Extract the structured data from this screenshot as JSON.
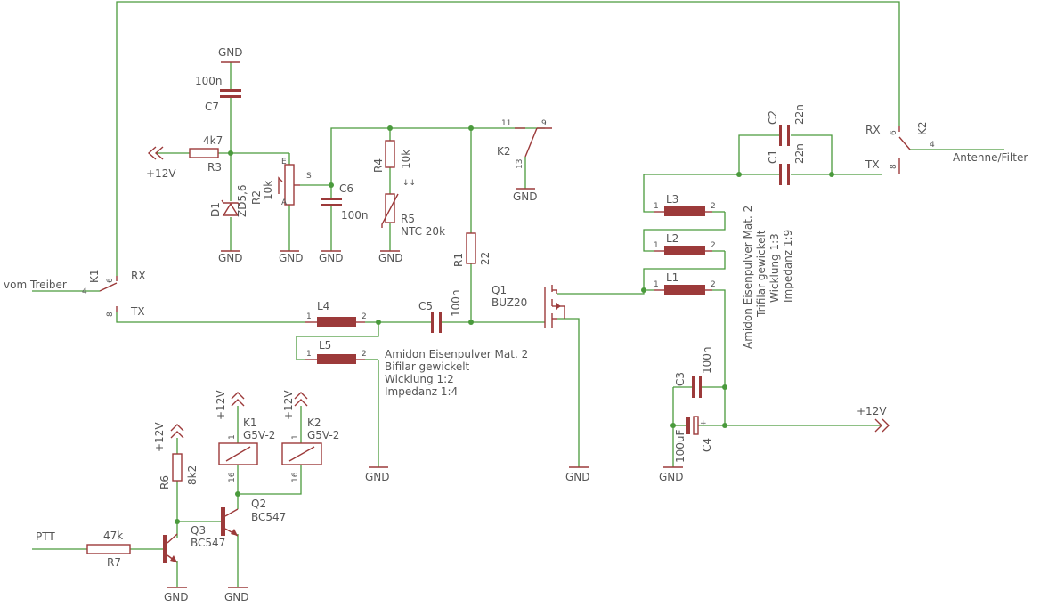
{
  "labels": {
    "gnd": "GND",
    "plus12v": "+12V",
    "vom_treiber": "vom Treiber",
    "antenne": "Antenne/Filter",
    "ptt": "PTT",
    "rx": "RX",
    "tx": "TX"
  },
  "parts": {
    "c7": {
      "name": "C7",
      "value": "100n"
    },
    "r3": {
      "name": "R3",
      "value": "4k7"
    },
    "d1": {
      "name": "D1",
      "value": "ZD5,6"
    },
    "r2": {
      "name": "R2",
      "value": "10k"
    },
    "c6": {
      "name": "C6",
      "value": "100n"
    },
    "r4": {
      "name": "R4",
      "value": "10k"
    },
    "r5": {
      "name": "R5",
      "value": "NTC 20k"
    },
    "r1": {
      "name": "R1",
      "value": "22"
    },
    "c5": {
      "name": "C5",
      "value": "100n"
    },
    "l4": {
      "name": "L4"
    },
    "l5": {
      "name": "L5"
    },
    "q1": {
      "name": "Q1",
      "value": "BUZ20"
    },
    "l1": {
      "name": "L1"
    },
    "l2": {
      "name": "L2"
    },
    "l3": {
      "name": "L3"
    },
    "c1": {
      "name": "C1",
      "value": "22n"
    },
    "c2": {
      "name": "C2",
      "value": "22n"
    },
    "c3": {
      "name": "C3",
      "value": "100n"
    },
    "c4": {
      "name": "C4",
      "value": "100uF"
    },
    "k1": {
      "name": "K1",
      "value": "G5V-2"
    },
    "k2": {
      "name": "K2",
      "value": "G5V-2"
    },
    "r6": {
      "name": "R6",
      "value": "8k2"
    },
    "r7": {
      "name": "R7",
      "value": "47k"
    },
    "q2": {
      "name": "Q2",
      "value": "BC547"
    },
    "q3": {
      "name": "Q3",
      "value": "BC547"
    }
  },
  "pot_pins": {
    "e": "E",
    "a": "A",
    "s": "S"
  },
  "pins": {
    "one": "1",
    "two": "2",
    "four": "4",
    "six": "6",
    "eight": "8",
    "nine": "9",
    "eleven": "11",
    "thirteen": "13",
    "sixteen": "16"
  },
  "notes": {
    "bifilar": [
      "Amidon Eisenpulver Mat. 2",
      "Bifilar gewickelt",
      "Wicklung 1:2",
      "Impedanz 1:4"
    ],
    "trifilar": [
      "Amidon Eisenpulver Mat. 2",
      "Trifilar gewickelt",
      "Wicklung 1:3",
      "Impedanz 1:9"
    ]
  },
  "colors": {
    "wire": "#4a9a3c",
    "part": "#9c3a3a",
    "text": "#555555",
    "background": "#ffffff"
  }
}
